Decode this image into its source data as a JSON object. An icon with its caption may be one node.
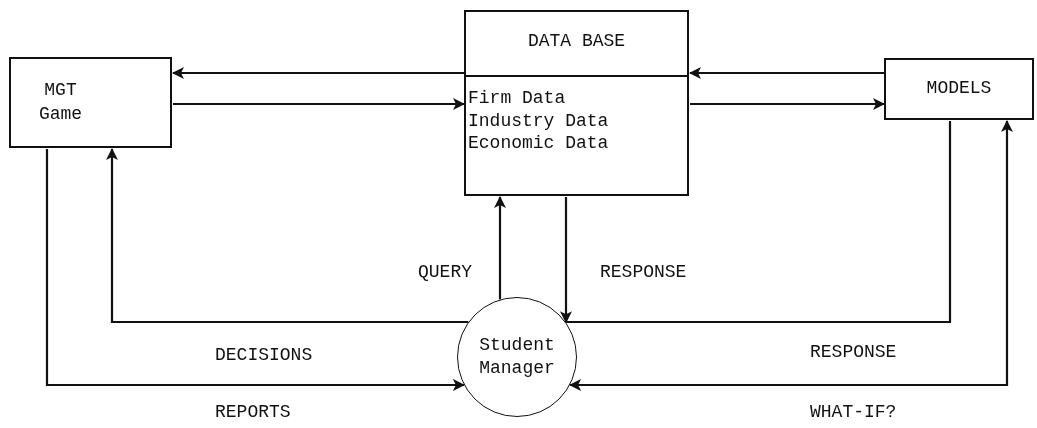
{
  "diagram": {
    "nodes": [
      {
        "text": [
          "MGT Game"
        ]
      },
      {
        "text": [
          "DATA BASE",
          "Firm Data Industry Data Economic Data"
        ]
      },
      {
        "text": [
          "MODELS"
        ]
      },
      {
        "text": [
          "Student Manager"
        ]
      }
    ],
    "edges": [
      {
        "from": 1,
        "to": 0,
        "arrow": "to"
      },
      {
        "from": 0,
        "to": 1,
        "arrow": "to"
      },
      {
        "from": 2,
        "to": 1,
        "arrow": "to"
      },
      {
        "from": 1,
        "to": 2,
        "arrow": "to"
      },
      {
        "from": 3,
        "to": 1,
        "arrow": "to",
        "label": "QUERY"
      },
      {
        "from": 1,
        "to": 3,
        "arrow": "to",
        "label": "RESPONSE"
      },
      {
        "from": 3,
        "to": 0,
        "arrow": "to",
        "label": "DECISIONS"
      },
      {
        "from": 0,
        "to": 3,
        "arrow": "to",
        "label": "REPORTS"
      },
      {
        "from": 2,
        "to": 3,
        "arrow": "none",
        "label": "RESPONSE"
      },
      {
        "from": 3,
        "to": 2,
        "arrow": "both",
        "label": "WHAT-IF?"
      }
    ]
  }
}
